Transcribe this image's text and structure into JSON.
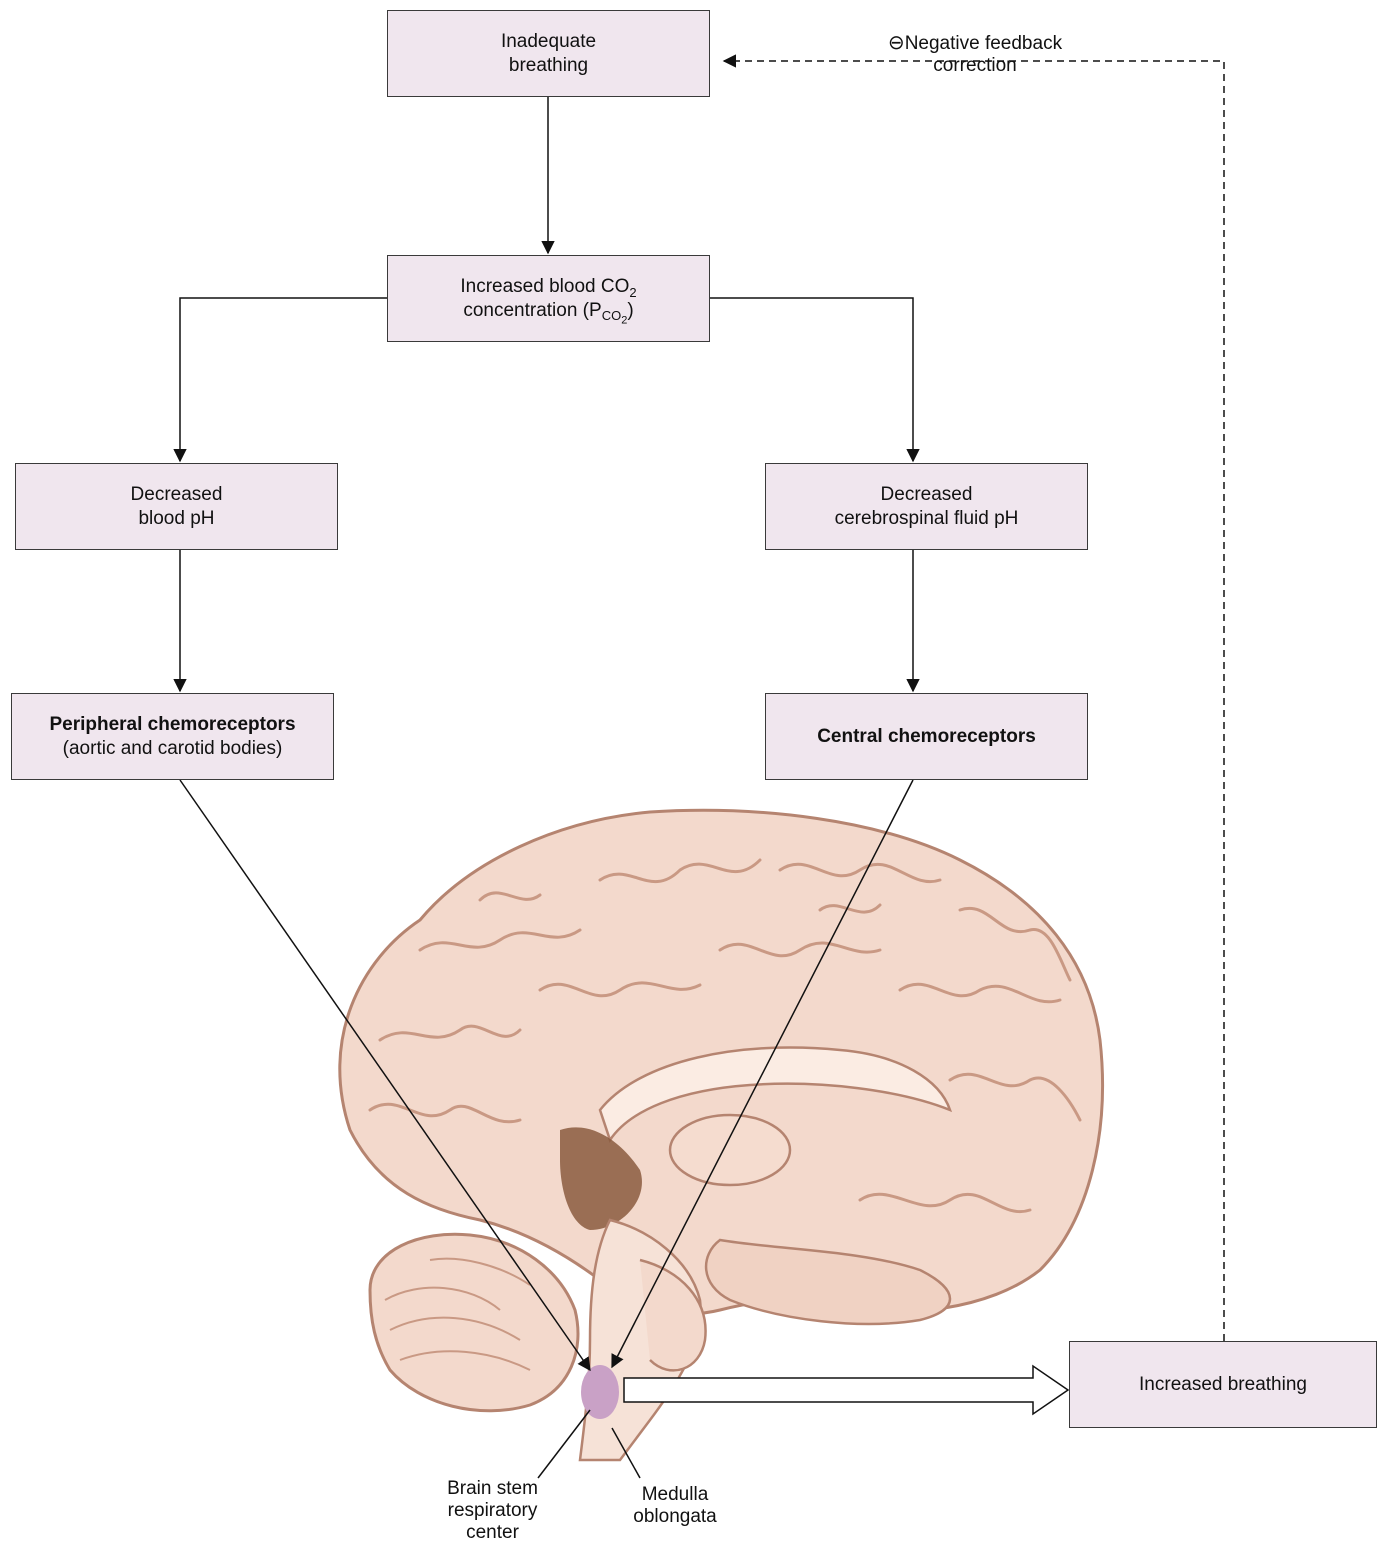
{
  "nodes": {
    "inadequate": {
      "line1": "Inadequate",
      "line2": "breathing"
    },
    "increased_co2": {
      "line1_text": "Increased blood CO",
      "line1_sub": "2",
      "line2_text": "concentration (P",
      "line2_sub": "CO",
      "line2_subsub": "2",
      "line2_end": ")"
    },
    "decreased_blood_ph": {
      "line1": "Decreased",
      "line2": "blood pH"
    },
    "decreased_csf_ph": {
      "line1": "Decreased",
      "line2": "cerebrospinal fluid pH"
    },
    "peripheral": {
      "title": "Peripheral chemoreceptors",
      "subtitle": "(aortic and carotid bodies)"
    },
    "central": {
      "title": "Central chemoreceptors"
    },
    "increased_breathing": {
      "label": "Increased breathing"
    }
  },
  "feedback": {
    "symbol": "⊖",
    "line1": "Negative feedback",
    "line2": "correction"
  },
  "labels": {
    "brainstem": {
      "line1": "Brain stem",
      "line2": "respiratory",
      "line3": "center"
    },
    "medulla": {
      "line1": "Medulla",
      "line2": "oblongata"
    }
  },
  "colors": {
    "box_fill": "#f0e6ee",
    "brain_fill": "#f3d9cc",
    "brain_stroke": "#b58470",
    "respiratory_center": "#c9a1c6",
    "ventricle": "#8a5a3e"
  }
}
